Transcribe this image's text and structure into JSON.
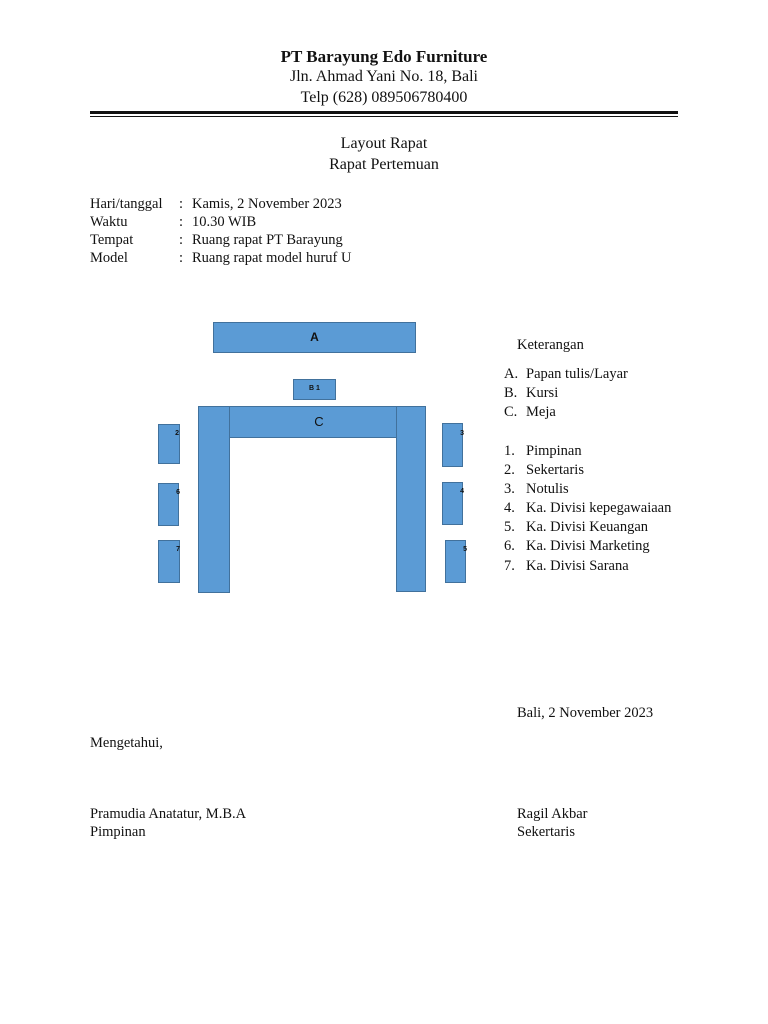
{
  "header": {
    "company": "PT Barayung Edo Furniture",
    "address": "Jln. Ahmad Yani No. 18, Bali",
    "phone": "Telp (628) 089506780400"
  },
  "title": {
    "line1": "Layout Rapat",
    "line2": "Rapat Pertemuan"
  },
  "info": [
    {
      "label": "Hari/tanggal",
      "colon": ":",
      "value": "Kamis, 2 November 2023"
    },
    {
      "label": "Waktu",
      "colon": ":",
      "value": "10.30 WIB"
    },
    {
      "label": "Tempat",
      "colon": ":",
      "value": "Ruang rapat PT Barayung"
    },
    {
      "label": "Model",
      "colon": ":",
      "value": "Ruang rapat model huruf U"
    }
  ],
  "diagram": {
    "color": "#5b9bd5",
    "border_color": "#41719c",
    "board_label": "A",
    "chair_b_label": "B 1",
    "table_label": "C",
    "seats": {
      "s2": "2",
      "s3": "3",
      "s4": "4",
      "s5": "5",
      "s6": "6",
      "s7": "7"
    }
  },
  "legend": {
    "heading": "Keterangan",
    "letters": [
      {
        "marker": "A.",
        "text": "Papan tulis/Layar"
      },
      {
        "marker": "B.",
        "text": "Kursi"
      },
      {
        "marker": "C.",
        "text": "Meja"
      }
    ],
    "numbers": [
      {
        "marker": "1.",
        "text": "Pimpinan"
      },
      {
        "marker": "2.",
        "text": "Sekertaris"
      },
      {
        "marker": "3.",
        "text": "Notulis"
      },
      {
        "marker": "4.",
        "text": "Ka. Divisi kepegawaiaan"
      },
      {
        "marker": "5.",
        "text": "Ka. Divisi Keuangan"
      },
      {
        "marker": "6.",
        "text": "Ka. Divisi Marketing"
      },
      {
        "marker": "7.",
        "text": "Ka. Divisi Sarana"
      }
    ]
  },
  "footer": {
    "place_date": "Bali, 2 November 2023",
    "acknowledged": "Mengetahui,",
    "left_signer": {
      "name": "Pramudia Anatatur, M.B.A",
      "role": "Pimpinan"
    },
    "right_signer": {
      "name": "Ragil Akbar",
      "role": "Sekertaris"
    }
  }
}
